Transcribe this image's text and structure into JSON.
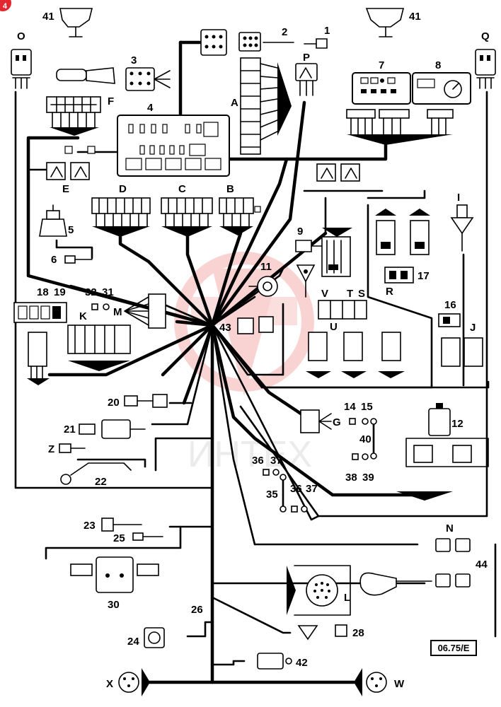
{
  "page_badge": "4",
  "watermark": "ИНТЕХ",
  "reference": "06.75/E",
  "labels": {
    "c41a": "41",
    "c41b": "41",
    "cO": "O",
    "cQ": "Q",
    "c1": "1",
    "c2": "2",
    "c3": "3",
    "c4": "4",
    "cA": "A",
    "cP": "P",
    "c7": "7",
    "c8": "8",
    "cF": "F",
    "cE": "E",
    "cD": "D",
    "cC": "C",
    "cB": "B",
    "c5": "5",
    "c6": "6",
    "c9": "9",
    "c11": "11",
    "cI": "I",
    "c17": "17",
    "cR": "R",
    "c18": "18",
    "c19": "19",
    "c32": "32",
    "c31": "31",
    "cM": "M",
    "cK": "K",
    "c43": "43",
    "cV": "V",
    "cT": "T",
    "cS": "S",
    "cU": "U",
    "c16": "16",
    "cJ": "J",
    "c20": "20",
    "c14": "14",
    "c15": "15",
    "cG": "G",
    "c12": "12",
    "c21": "21",
    "c40": "40",
    "cZ": "Z",
    "c36a": "36",
    "c37a": "37",
    "c38": "38",
    "c39": "39",
    "c22": "22",
    "c35": "35",
    "c36b": "36",
    "c37b": "37",
    "c23": "23",
    "c25": "25",
    "cN": "N",
    "c44": "44",
    "c30": "30",
    "cL": "L",
    "c26": "26",
    "c24": "24",
    "c28": "28",
    "c42": "42",
    "cX": "X",
    "cW": "W"
  },
  "colors": {
    "watermark": "#f08080",
    "badge": "#e3262f",
    "ink": "#000000"
  }
}
